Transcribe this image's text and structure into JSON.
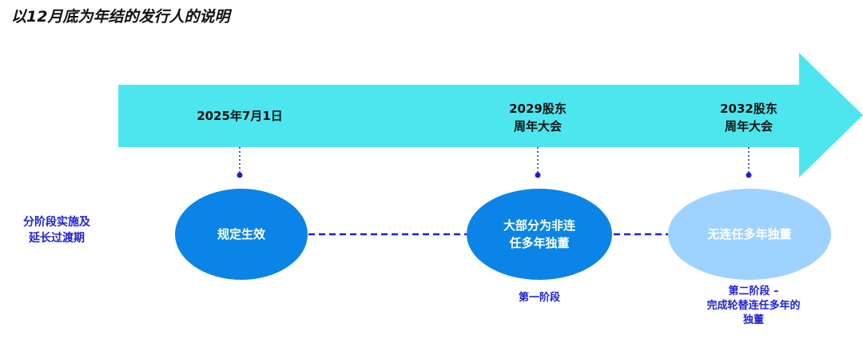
{
  "title": "以12月底为年结的发行人的说明",
  "side_label": [
    "分阶段实施及",
    "延长过渡期"
  ],
  "milestones": [
    {
      "lines": [
        "2025年7月1日"
      ]
    },
    {
      "lines": [
        "2029股东",
        "周年大会"
      ]
    },
    {
      "lines": [
        "2032股东",
        "周年大会"
      ]
    }
  ],
  "phases": [
    {
      "lines": [
        "规定生效"
      ]
    },
    {
      "lines": [
        "大部分为非连",
        "任多年独董"
      ]
    },
    {
      "lines": [
        "无连任多年独董"
      ]
    }
  ],
  "stage_labels": [
    {
      "lines": [
        "第一阶段"
      ]
    },
    {
      "lines": [
        "第二阶段 –",
        "完成轮替连任多年的",
        "独董"
      ]
    }
  ],
  "colors": {
    "arrow": "#4ee6ee",
    "ellipse_primary": "#0a84e6",
    "ellipse_secondary": "#9fd3ff",
    "connector": "#1f1fd6",
    "text_accent": "#1f1fd6"
  }
}
